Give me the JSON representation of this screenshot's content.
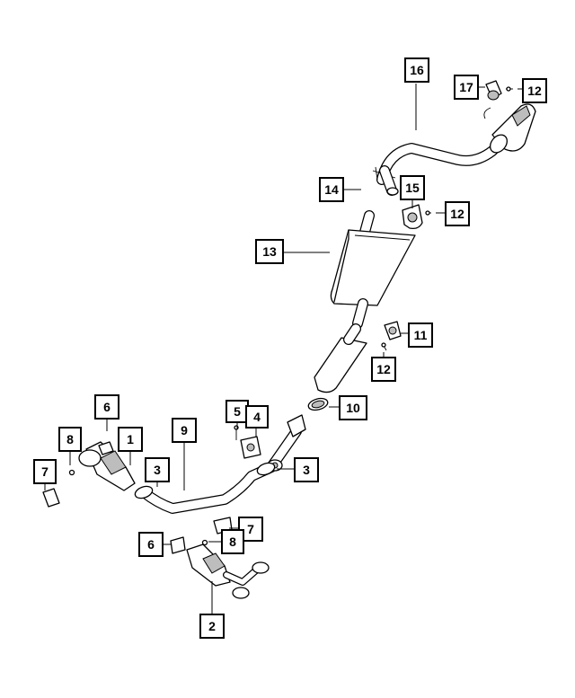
{
  "callouts": [
    {
      "id": "c16",
      "label": "16"
    },
    {
      "id": "c17",
      "label": "17"
    },
    {
      "id": "c12a",
      "label": "12"
    },
    {
      "id": "c14",
      "label": "14"
    },
    {
      "id": "c15",
      "label": "15"
    },
    {
      "id": "c12b",
      "label": "12"
    },
    {
      "id": "c13",
      "label": "13"
    },
    {
      "id": "c11",
      "label": "11"
    },
    {
      "id": "c12c",
      "label": "12"
    },
    {
      "id": "c10",
      "label": "10"
    },
    {
      "id": "c6a",
      "label": "6"
    },
    {
      "id": "c5",
      "label": "5"
    },
    {
      "id": "c4",
      "label": "4"
    },
    {
      "id": "c9",
      "label": "9"
    },
    {
      "id": "c8a",
      "label": "8"
    },
    {
      "id": "c1",
      "label": "1"
    },
    {
      "id": "c7a",
      "label": "7"
    },
    {
      "id": "c3a",
      "label": "3"
    },
    {
      "id": "c3b",
      "label": "3"
    },
    {
      "id": "c7b",
      "label": "7"
    },
    {
      "id": "c6b",
      "label": "6"
    },
    {
      "id": "c8b",
      "label": "8"
    },
    {
      "id": "c2",
      "label": "2"
    }
  ]
}
